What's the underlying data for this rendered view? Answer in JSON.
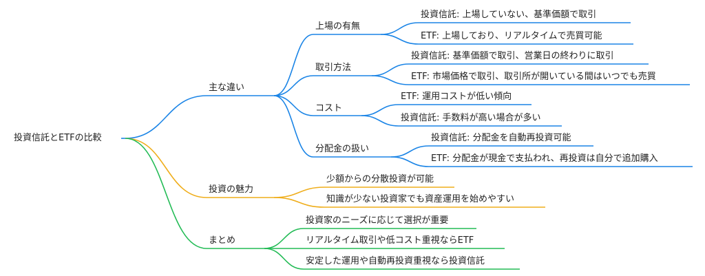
{
  "root": "投資信託とETFの比較",
  "colors": {
    "blue": "#1a84e6",
    "orange": "#efad1a",
    "green": "#22bb55"
  },
  "branches": [
    {
      "label": "主な違い",
      "color": "blue",
      "children": [
        {
          "label": "上場の有無",
          "children": [
            "投資信託: 上場していない、基準価額で取引",
            "ETF: 上場しており、リアルタイムで売買可能"
          ]
        },
        {
          "label": "取引方法",
          "children": [
            "投資信託: 基準価額で取引、営業日の終わりに取引",
            "ETF: 市場価格で取引、取引所が開いている間はいつでも売買"
          ]
        },
        {
          "label": "コスト",
          "children": [
            "ETF: 運用コストが低い傾向",
            "投資信託: 手数料が高い場合が多い"
          ]
        },
        {
          "label": "分配金の扱い",
          "children": [
            "投資信託: 分配金を自動再投資可能",
            "ETF: 分配金が現金で支払われ、再投資は自分で追加購入"
          ]
        }
      ]
    },
    {
      "label": "投資の魅力",
      "color": "orange",
      "children": [
        "少額からの分散投資が可能",
        "知識が少ない投資家でも資産運用を始めやすい"
      ]
    },
    {
      "label": "まとめ",
      "color": "green",
      "children": [
        "投資家のニーズに応じて選択が重要",
        "リアルタイム取引や低コスト重視ならETF",
        "安定した運用や自動再投資重視なら投資信託"
      ]
    }
  ]
}
